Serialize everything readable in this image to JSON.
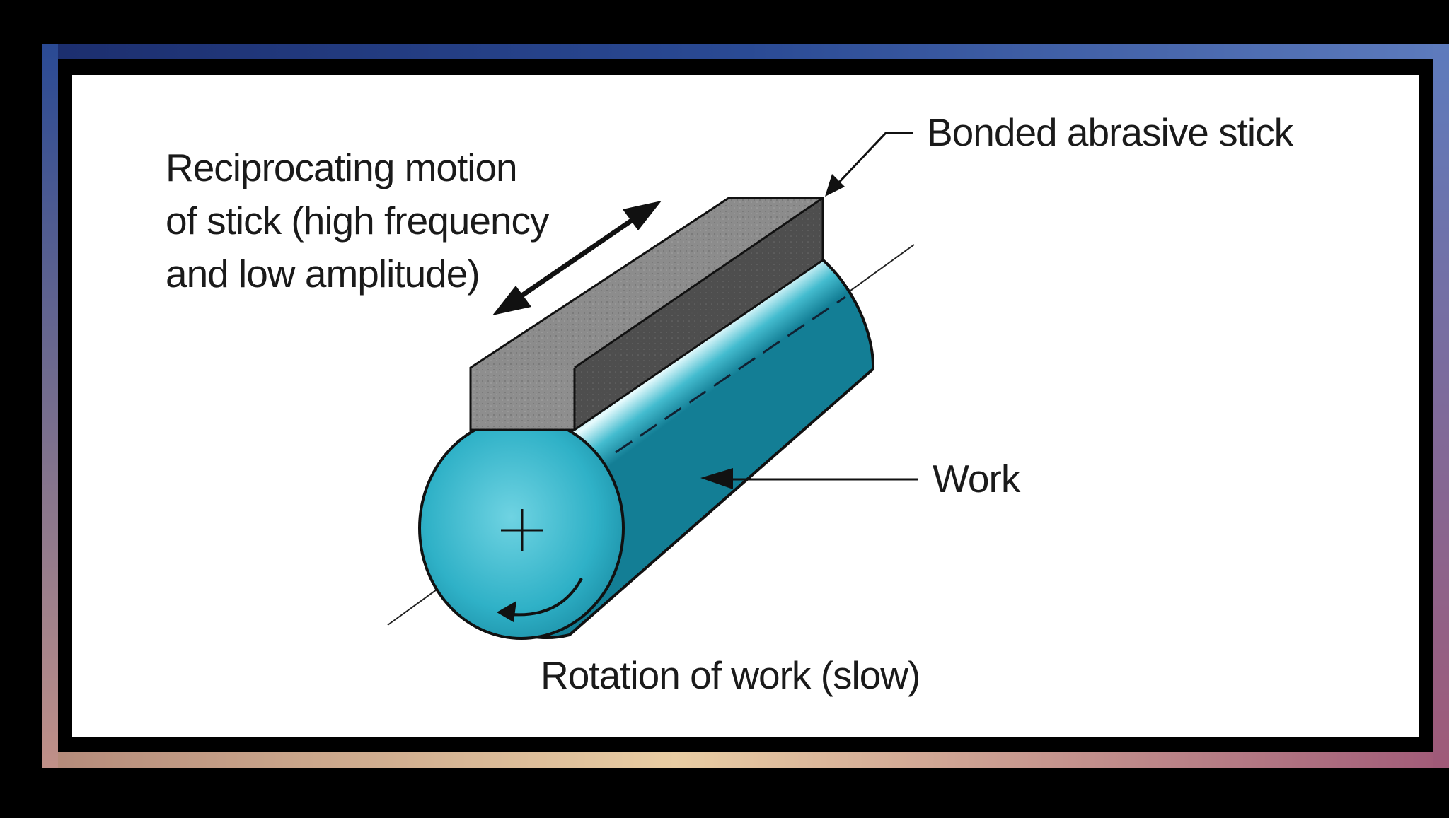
{
  "diagram": {
    "labels": {
      "reciprocating": [
        "Reciprocating motion",
        "of stick (high frequency",
        "and low amplitude)"
      ],
      "stick": "Bonded abrasive stick",
      "work": "Work",
      "rotation": "Rotation of work (slow)"
    },
    "colors": {
      "work_cyan": "#2fb3c8",
      "work_highlight": "#d4f4f8",
      "stick_gray": "#8a8a8a",
      "stick_dark": "#4d4d4d",
      "frame_blue": "#3a5aa0",
      "frame_tan": "#d8b89a"
    }
  }
}
